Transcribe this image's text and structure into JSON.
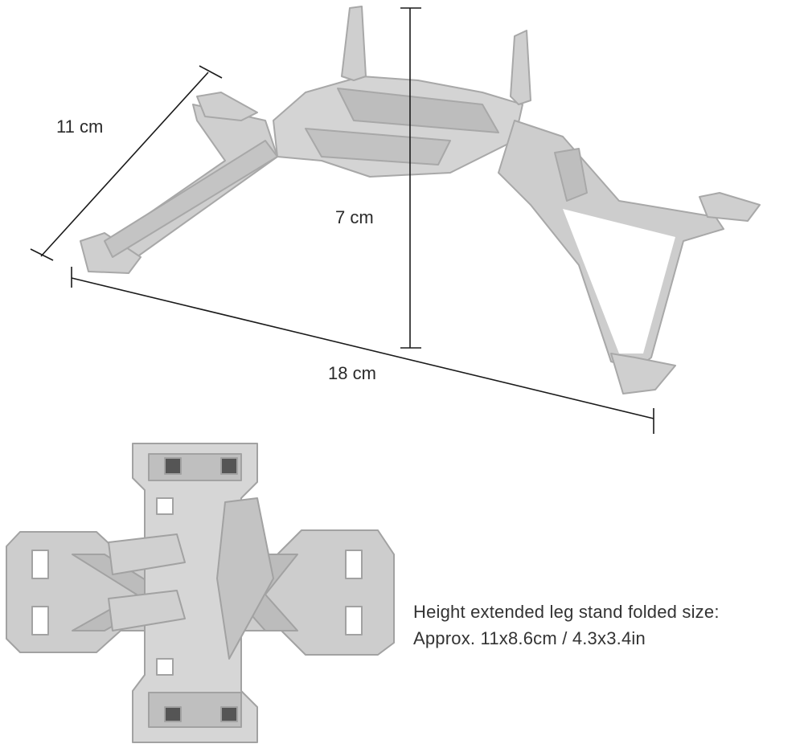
{
  "dimensions": {
    "width": "11 cm",
    "height": "7 cm",
    "length": "18 cm"
  },
  "caption": {
    "line1": "Height extended leg stand folded size:",
    "line2": "Approx. 11x8.6cm / 4.3x3.4in"
  },
  "colors": {
    "plastic": "#c9c9c9",
    "plastic_dark": "#a9a9a9",
    "plastic_light": "#dcdcdc",
    "dimension_line": "#1a1a1a"
  }
}
